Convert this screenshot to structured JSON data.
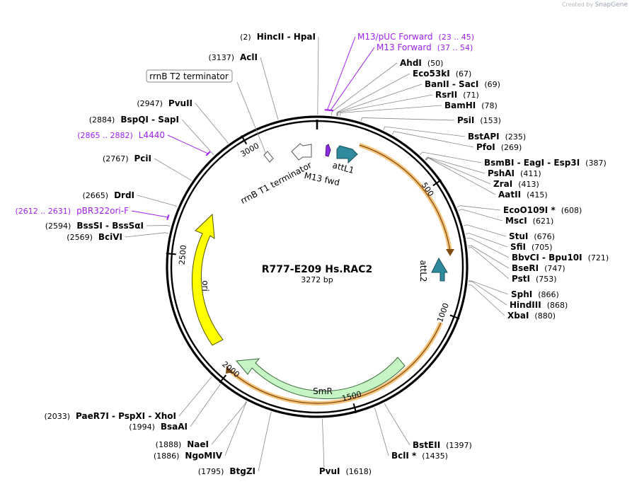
{
  "brand": {
    "prefix": "Created by",
    "name": "SnapGene"
  },
  "plasmid": {
    "name": "R777-E209 Hs.RAC2",
    "length_label": "3272 bp",
    "length": 3272
  },
  "ticks": [
    {
      "bp": 500,
      "label": "500"
    },
    {
      "bp": 1000,
      "label": "1000"
    },
    {
      "bp": 1500,
      "label": "1500"
    },
    {
      "bp": 2000,
      "label": "2000"
    },
    {
      "bp": 2500,
      "label": "2500"
    },
    {
      "bp": 3000,
      "label": "3000"
    }
  ],
  "enzymes_right": [
    {
      "name": "AhdI",
      "pos": "(50)",
      "bp": 50
    },
    {
      "name": "Eco53kI",
      "pos": "(67)",
      "bp": 67
    },
    {
      "name": "BanII  -  SacI",
      "pos": "(69)",
      "bp": 69
    },
    {
      "name": "RsrII",
      "pos": "(71)",
      "bp": 71
    },
    {
      "name": "BamHI",
      "pos": "(78)",
      "bp": 78
    },
    {
      "name": "PsiI",
      "pos": "(153)",
      "bp": 153
    },
    {
      "name": "BstAPI",
      "pos": "(235)",
      "bp": 235
    },
    {
      "name": "PfoI",
      "pos": "(269)",
      "bp": 269
    },
    {
      "name": "BsmBI  -  EagI  -  Esp3I",
      "pos": "(387)",
      "bp": 387
    },
    {
      "name": "PshAI",
      "pos": "(411)",
      "bp": 411
    },
    {
      "name": "ZraI",
      "pos": "(413)",
      "bp": 413
    },
    {
      "name": "AatII",
      "pos": "(415)",
      "bp": 415
    },
    {
      "name": "EcoO109I *",
      "pos": "(608)",
      "bp": 608
    },
    {
      "name": "MscI",
      "pos": "(621)",
      "bp": 621
    },
    {
      "name": "StuI",
      "pos": "(676)",
      "bp": 676
    },
    {
      "name": "SfiI",
      "pos": "(705)",
      "bp": 705
    },
    {
      "name": "BbvCI  -  Bpu10I",
      "pos": "(721)",
      "bp": 721
    },
    {
      "name": "BseRI",
      "pos": "(747)",
      "bp": 747
    },
    {
      "name": "PstI",
      "pos": "(753)",
      "bp": 753
    },
    {
      "name": "SphI",
      "pos": "(866)",
      "bp": 866
    },
    {
      "name": "HindIII",
      "pos": "(868)",
      "bp": 868
    },
    {
      "name": "XbaI",
      "pos": "(880)",
      "bp": 880
    },
    {
      "name": "BstEII",
      "pos": "(1397)",
      "bp": 1397
    },
    {
      "name": "BclI *",
      "pos": "(1435)",
      "bp": 1435
    }
  ],
  "enzymes_left": [
    {
      "name": "HincII  -  HpaI",
      "pos": "(2)",
      "bp": 2
    },
    {
      "name": "AclI",
      "pos": "(3137)",
      "bp": 3137
    },
    {
      "name": "PvuII",
      "pos": "(2947)",
      "bp": 2947
    },
    {
      "name": "BspQI  -  SapI",
      "pos": "(2884)",
      "bp": 2884
    },
    {
      "name": "PciI",
      "pos": "(2767)",
      "bp": 2767
    },
    {
      "name": "DrdI",
      "pos": "(2665)",
      "bp": 2665
    },
    {
      "name": "BssSI  -  BssSαI",
      "pos": "(2594)",
      "bp": 2594
    },
    {
      "name": "BciVI",
      "pos": "(2569)",
      "bp": 2569
    },
    {
      "name": "PaeR7I  -  PspXI  -  XhoI",
      "pos": "(2033)",
      "bp": 2033
    },
    {
      "name": "BsaAI",
      "pos": "(1994)",
      "bp": 1994
    },
    {
      "name": "NaeI",
      "pos": "(1888)",
      "bp": 1888
    },
    {
      "name": "NgoMIV",
      "pos": "(1886)",
      "bp": 1886
    },
    {
      "name": "BtgZI",
      "pos": "(1795)",
      "bp": 1795
    },
    {
      "name": "PvuI",
      "pos": "(1618)",
      "bp": 1618
    }
  ],
  "primers": [
    {
      "name": "M13/pUC Forward",
      "range": "(23 .. 45)",
      "bp": 34
    },
    {
      "name": "M13 Forward",
      "range": "(37 .. 54)",
      "bp": 45
    },
    {
      "name": "L4440",
      "range": "(2865 .. 2882)",
      "bp": 2873
    },
    {
      "name": "pBR322ori-F",
      "range": "(2612 .. 2631)",
      "bp": 2621
    }
  ],
  "features": [
    {
      "name": "attL1",
      "color": "#2e8a9c"
    },
    {
      "name": "attL2",
      "color": "#2e8a9c"
    },
    {
      "name": "SmR",
      "color": "#c5f5c5"
    },
    {
      "name": "ori",
      "color": "#ffff00"
    },
    {
      "name": "M13 fwd",
      "color": "#8a2be2"
    },
    {
      "name": "rrnB T1 terminator",
      "color": "#ffffff"
    },
    {
      "name": "rrnB T2 terminator",
      "color": "#ffffff"
    }
  ],
  "colors": {
    "primer": "#a020f0",
    "orf_orange": "#f5b86a",
    "backbone": "#000000"
  }
}
